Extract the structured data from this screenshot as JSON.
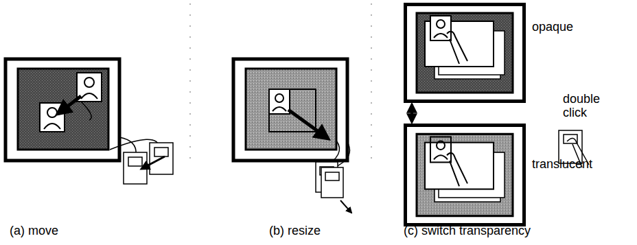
{
  "diagram": {
    "nodes": [
      {
        "text": [
          "opaque"
        ]
      },
      {
        "text": [
          "translucent"
        ]
      }
    ],
    "edges": [
      {
        "from": 0,
        "to": 1,
        "arrow": "both"
      }
    ],
    "labels": [
      "(a) move",
      "(b) resize",
      "double click",
      "(c) switch transparency"
    ]
  }
}
